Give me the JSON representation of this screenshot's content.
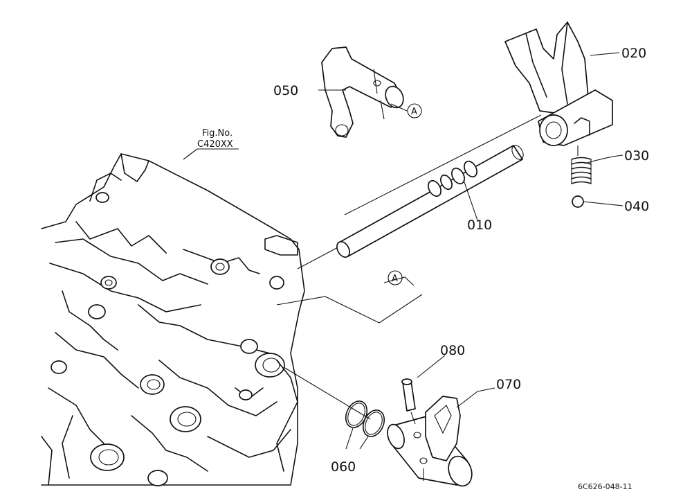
{
  "figure_ref": {
    "line1": "Fig.No.",
    "line2": "C420XX"
  },
  "callouts": [
    {
      "id": "010",
      "label": "010"
    },
    {
      "id": "020",
      "label": "020"
    },
    {
      "id": "030",
      "label": "030"
    },
    {
      "id": "040",
      "label": "040"
    },
    {
      "id": "050",
      "label": "050"
    },
    {
      "id": "060",
      "label": "060"
    },
    {
      "id": "070",
      "label": "070"
    },
    {
      "id": "080",
      "label": "080"
    }
  ],
  "reference_marks": {
    "a1": "A",
    "a2": "A"
  },
  "drawing_number": "6C626-048-11",
  "colors": {
    "line": "#111111",
    "background": "#ffffff"
  }
}
